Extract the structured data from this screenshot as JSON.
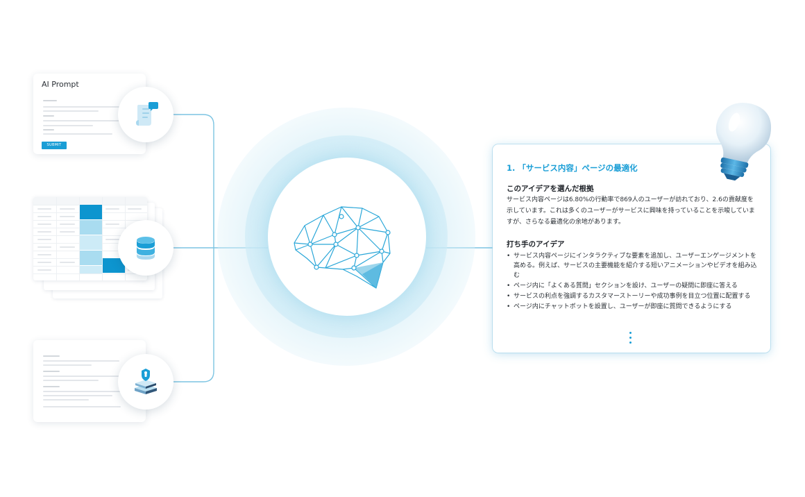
{
  "prompt_card": {
    "title": "AI Prompt",
    "submit_label": "SUBMIT"
  },
  "icons": {
    "prompt": "chat-document-icon",
    "database": "database-icon",
    "knowledge": "book-stack-shield-icon",
    "brain": "network-brain-icon",
    "bulb": "light-bulb-icon"
  },
  "idea_panel": {
    "title": "1. 「サービス内容」ページの最適化",
    "reason_heading": "このアイデアを選んだ根拠",
    "reason_text": "サービス内容ページは6.80%の行動率で869人のユーザーが訪れており、2.6の貢献度を示しています。これは多くのユーザーがサービスに興味を持っていることを示唆していますが、さらなる最適化の余地があります。",
    "action_heading": "打ち手のアイデア",
    "actions": [
      "サービス内容ページにインタラクティブな要素を追加し、ユーザーエンゲージメントを高める。例えば、サービスの主要機能を紹介する短いアニメーションやビデオを組み込む",
      "ページ内に「よくある質問」セクションを設け、ユーザーの疑問に即座に答える",
      "サービスの利点を強調するカスタマーストーリーや成功事例を目立つ位置に配置する",
      "ページ内にチャットボットを設置し、ユーザーが即座に質問できるようにする"
    ]
  },
  "colors": {
    "accent": "#1a9ed6",
    "line": "#7cc4e2",
    "halo": "#c8e9f5"
  }
}
